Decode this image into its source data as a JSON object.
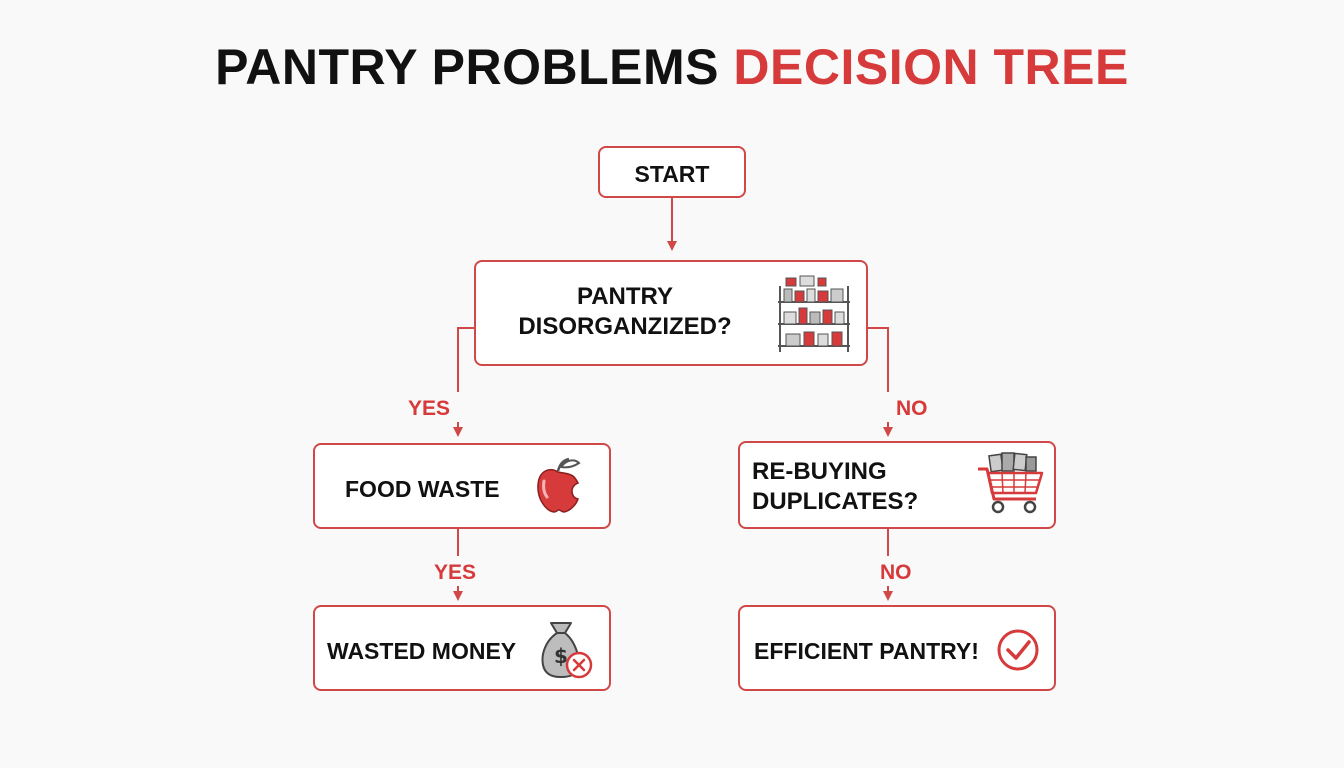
{
  "title": {
    "main": "PANTRY PROBLEMS",
    "accent": "DECISION TREE"
  },
  "nodes": {
    "start": "START",
    "disorganized": {
      "line1": "PANTRY",
      "line2": "DISORGANZIZED?",
      "icon": "pantry-shelf-icon"
    },
    "food_waste": {
      "label": "FOOD WASTE",
      "icon": "bitten-apple-icon"
    },
    "rebuying": {
      "line1": "RE-BUYING",
      "line2": "DUPLICATES?",
      "icon": "shopping-cart-icon"
    },
    "wasted_money": {
      "label": "WASTED MONEY",
      "icon": "money-bag-x-icon"
    },
    "efficient": {
      "label": "EFFICIENT PANTRY!",
      "icon": "check-circle-icon"
    }
  },
  "edges": {
    "yes_left": "YES",
    "no_right": "NO",
    "yes_down": "YES",
    "no_down": "NO"
  },
  "colors": {
    "accent": "#d63a3a",
    "border": "#d04848",
    "text": "#111111",
    "background": "#f9f9f9"
  }
}
